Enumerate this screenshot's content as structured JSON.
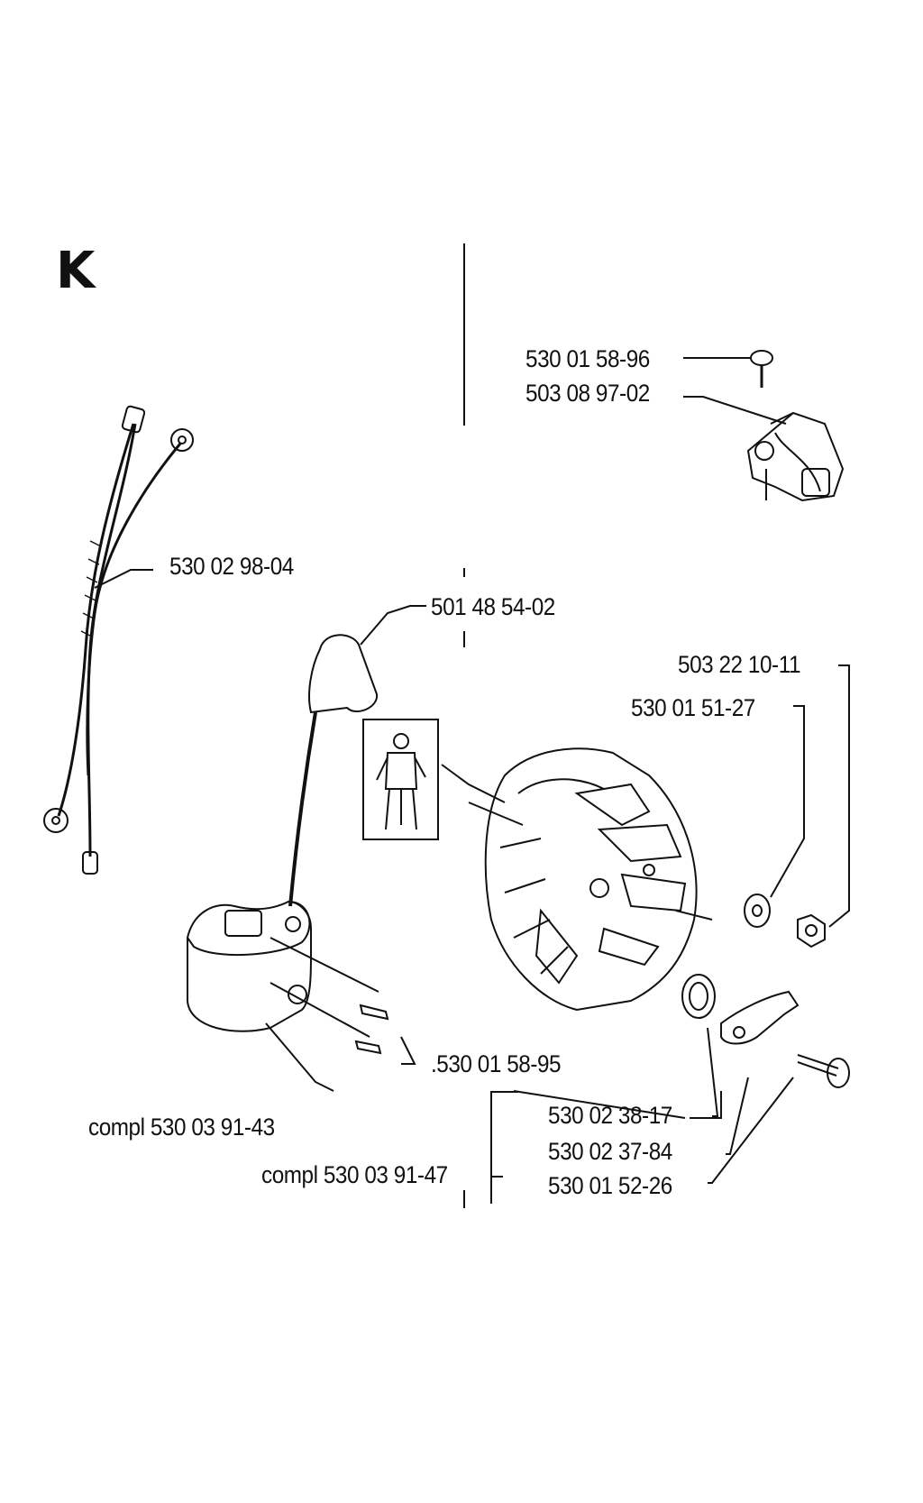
{
  "section_letter": "K",
  "labels": {
    "p1": "530 01 58-96",
    "p2": "503 08 97-02",
    "p3": "530 02 98-04",
    "p4": "501 48 54-02",
    "p5": "503 22 10-11",
    "p6": "530 01 51-27",
    "p7": ".530 01 58-95",
    "p8": "530 02 38-17",
    "p9": "530 02 37-84",
    "p10": "530 01 52-26",
    "p11": "compl 530 03 91-43",
    "p12": "compl 530 03 91-47"
  },
  "colors": {
    "ink": "#111111",
    "background": "#ffffff"
  },
  "icons": [
    "wiring-harness-icon",
    "ignition-module-icon",
    "spark-plug-cap-icon",
    "flywheel-icon",
    "mechanic-figure-icon",
    "switch-bracket-icon",
    "screw-icon",
    "washer-icon",
    "nut-icon",
    "key-icon",
    "pawl-icon"
  ]
}
